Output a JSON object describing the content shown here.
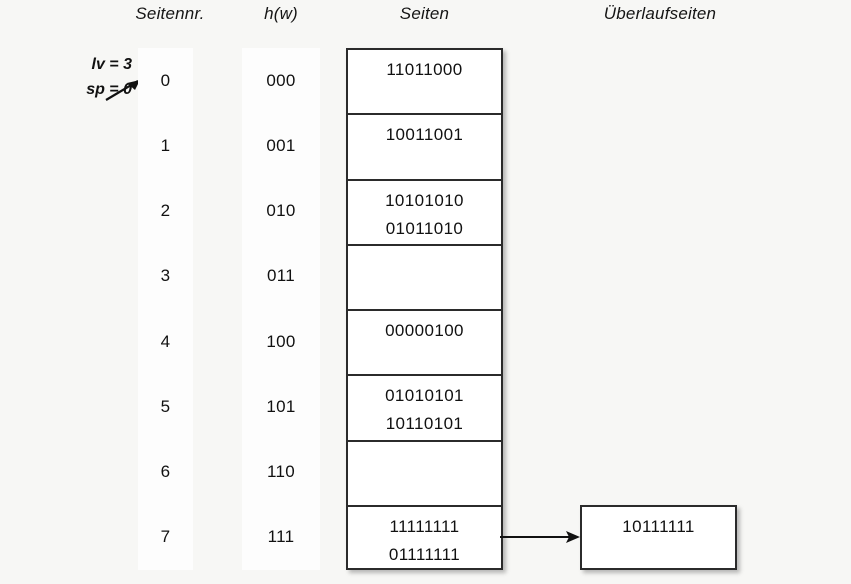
{
  "headers": {
    "page_number": "Seitennr.",
    "hash": "h(w)",
    "pages": "Seiten",
    "overflow_pages": "Überlaufseiten"
  },
  "parameters": {
    "level_label": "lv = 3",
    "split_pointer_label": "sp = 0",
    "pointer_icon": "arrow-right-icon"
  },
  "colors": {
    "background": "#f7f7f5",
    "strip": "#fdfdfd",
    "box_border": "#2b2b2b",
    "box_fill": "#ffffff",
    "text": "#111111"
  },
  "rows": [
    {
      "page_number": "0",
      "hash": "000",
      "records": [
        "11011000"
      ]
    },
    {
      "page_number": "1",
      "hash": "001",
      "records": [
        "10011001"
      ]
    },
    {
      "page_number": "2",
      "hash": "010",
      "records": [
        "10101010",
        "01011010"
      ]
    },
    {
      "page_number": "3",
      "hash": "011",
      "records": []
    },
    {
      "page_number": "4",
      "hash": "100",
      "records": [
        "00000100"
      ]
    },
    {
      "page_number": "5",
      "hash": "101",
      "records": [
        "01010101",
        "10110101"
      ]
    },
    {
      "page_number": "6",
      "hash": "110",
      "records": []
    },
    {
      "page_number": "7",
      "hash": "111",
      "records": [
        "11111111",
        "01111111"
      ]
    }
  ],
  "overflow": {
    "source_row_index": 7,
    "arrow_icon": "arrow-right-icon",
    "records": [
      "10111111"
    ]
  }
}
